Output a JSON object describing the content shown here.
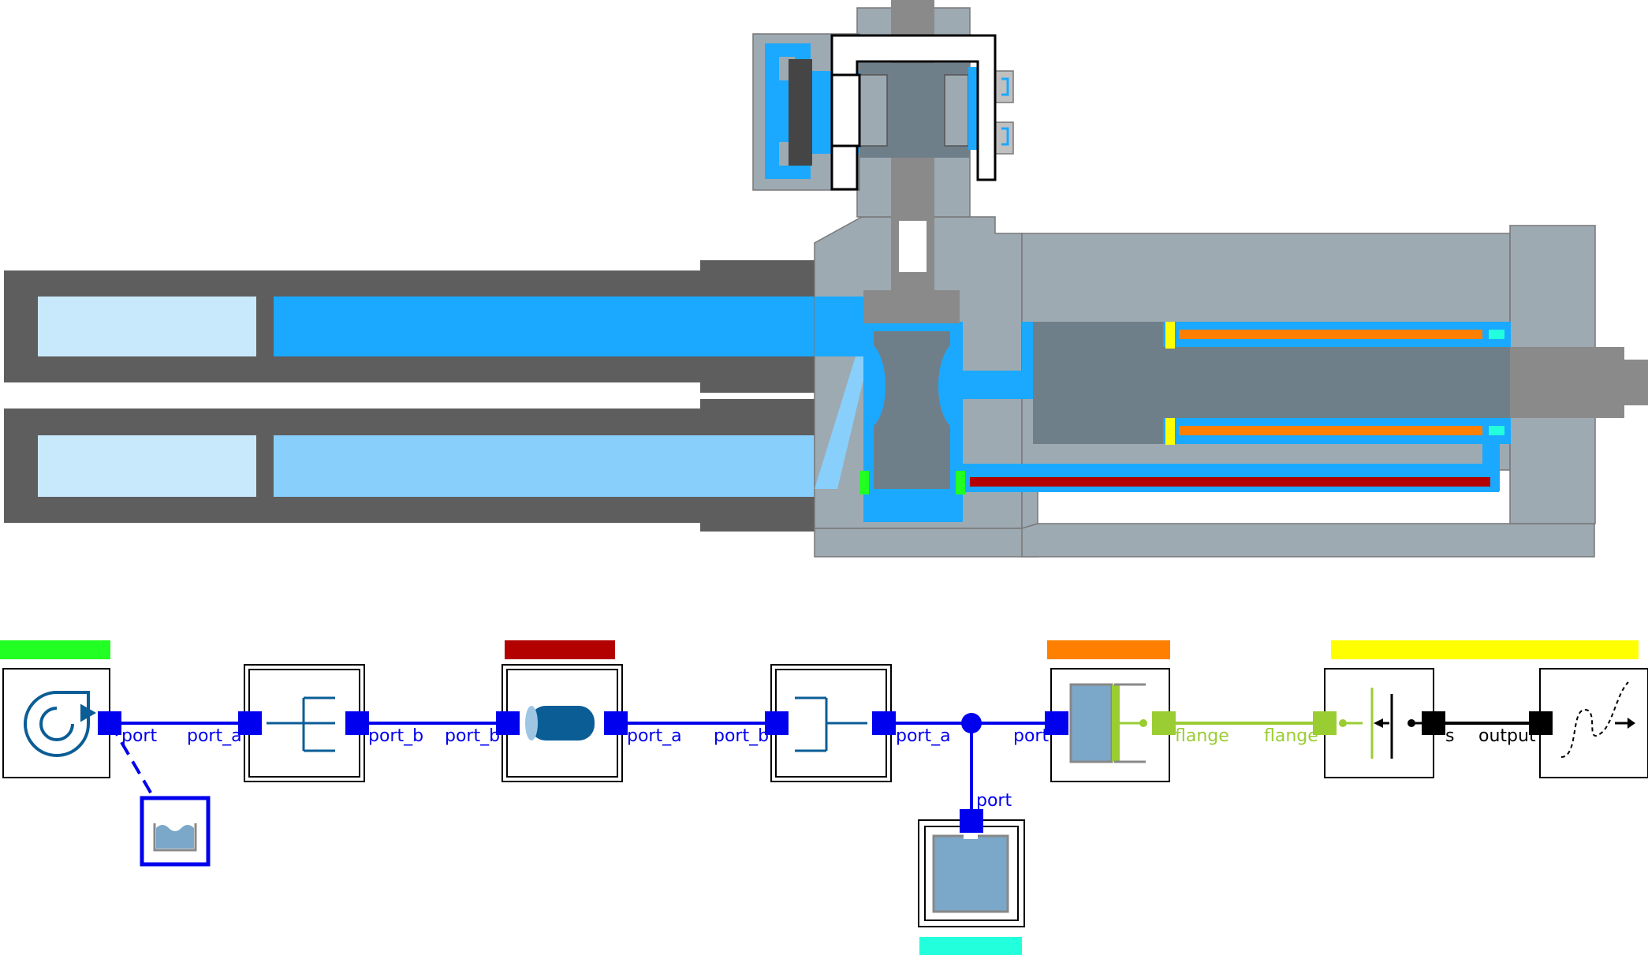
{
  "colors": {
    "housing": "#9eaab2",
    "housing_dark": "#5e5e5e",
    "fluid": "#1aa9ff",
    "fluid_light": "#88d0fb",
    "fluid_pale": "#c8e9fb",
    "piston": "#6f7f8a",
    "rod": "#8a8a8a",
    "hydraulic_line": "#0000ee",
    "mechanical_line": "#9acd32",
    "signal_line": "#000000",
    "tag_green": "#22ff22",
    "tag_red": "#b30000",
    "tag_orange": "#ff8000",
    "tag_yellow": "#ffff00",
    "tag_cyan": "#22ffdd"
  },
  "components": [
    {
      "name": "pump",
      "icon": "pump-icon"
    },
    {
      "name": "reservoir",
      "icon": "tank-icon"
    },
    {
      "name": "valve-a",
      "icon": "fork-icon"
    },
    {
      "name": "pipe",
      "icon": "pipe-icon"
    },
    {
      "name": "valve-b",
      "icon": "fork-icon"
    },
    {
      "name": "accumulator",
      "icon": "volume-icon"
    },
    {
      "name": "cylinder",
      "icon": "cylinder-icon"
    },
    {
      "name": "position-sensor",
      "icon": "sensor-icon"
    },
    {
      "name": "signal-source",
      "icon": "curve-icon"
    }
  ],
  "labels": {
    "pump_port": "port",
    "valve_a_port_a": "port_a",
    "valve_a_port_b": "port_b",
    "pipe_port_b": "port_b",
    "pipe_port_a": "port_a",
    "valve_b_port_b": "port_b",
    "valve_b_port_a": "port_a",
    "accumulator_port": "port",
    "cylinder_port": "port",
    "cylinder_flange": "flange",
    "sensor_flange": "flange",
    "sensor_s": "s",
    "source_output": "output"
  }
}
